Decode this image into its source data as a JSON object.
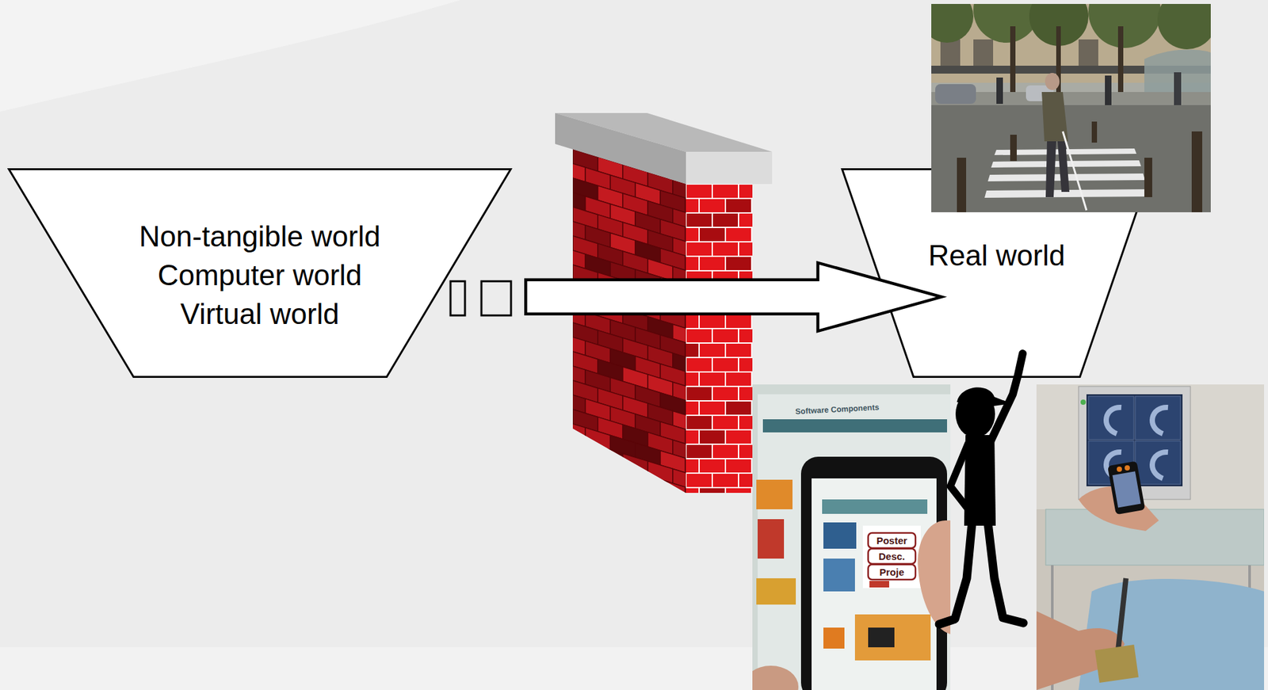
{
  "diagram": {
    "nodes": [
      {
        "text": [
          "Non-tangible world",
          "Computer world",
          "Virtual world"
        ]
      },
      {
        "text": [
          "Real world"
        ]
      }
    ],
    "edges": [
      {
        "from": 0,
        "to": 1,
        "arrow": "to"
      }
    ],
    "labels": [
      "Software Components",
      "Poster",
      "Desc.",
      "Proje"
    ]
  }
}
